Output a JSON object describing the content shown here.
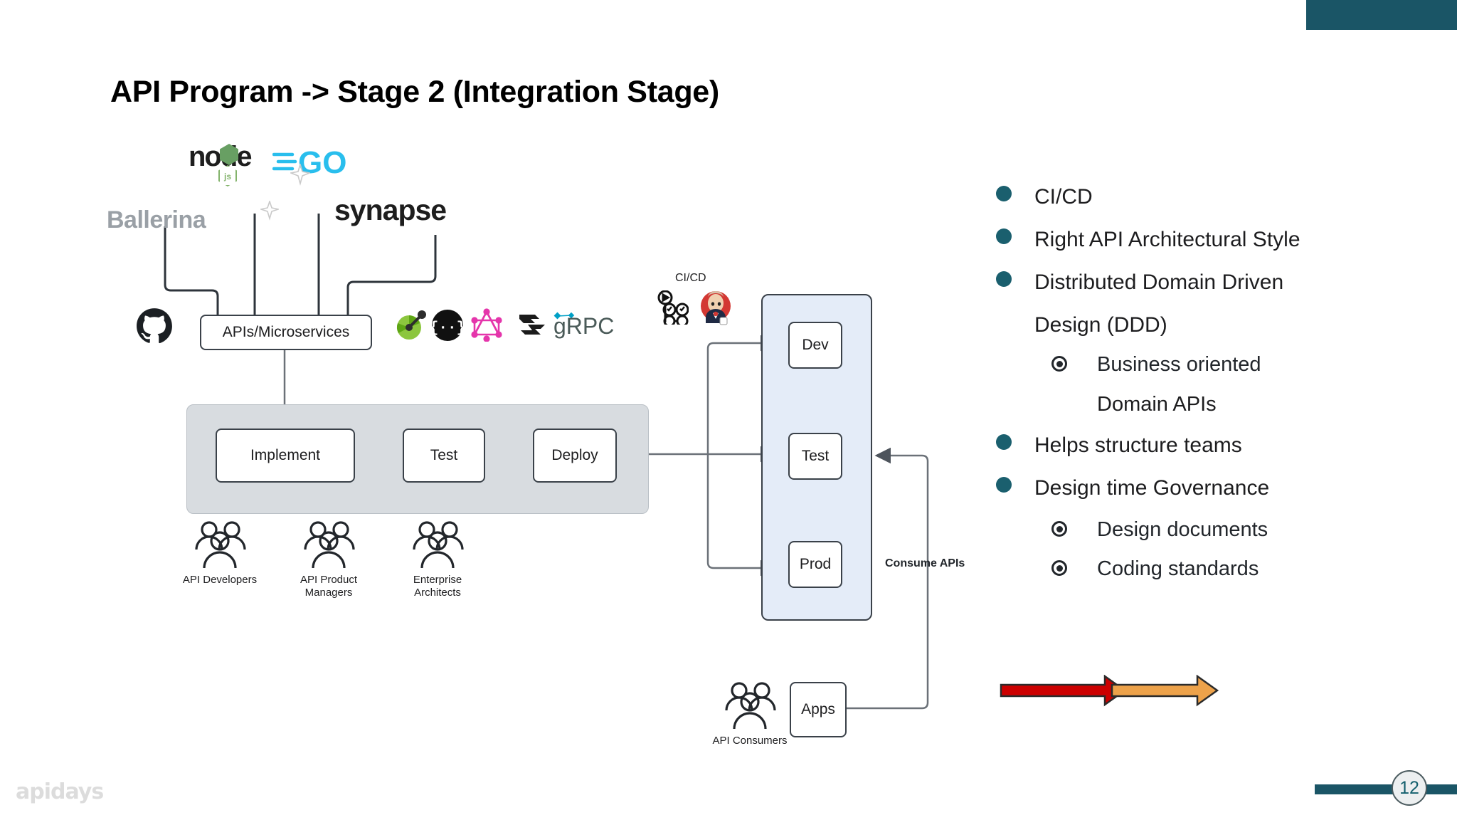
{
  "slide": {
    "title": "API Program -> Stage 2 (Integration Stage)",
    "page_number": "12",
    "brand_logo": "apidays",
    "accent_color": "#1a5566",
    "bullet_color": "#1a5f6e"
  },
  "bullets": [
    {
      "text": "CI/CD",
      "level": 1
    },
    {
      "text": "Right API Architectural Style",
      "level": 1
    },
    {
      "text": "Distributed Domain Driven",
      "level": 1,
      "continuation": "Design (DDD)"
    },
    {
      "text": "Business oriented",
      "level": 2,
      "continuation": "Domain APIs"
    },
    {
      "text": "Helps structure teams",
      "level": 1
    },
    {
      "text": "Design time Governance",
      "level": 1
    },
    {
      "text": "Design documents",
      "level": 2
    },
    {
      "text": "Coding standards",
      "level": 2
    }
  ],
  "tech_logos": [
    {
      "name": "ballerina",
      "label": "Ballerina"
    },
    {
      "name": "nodejs",
      "label": "node"
    },
    {
      "name": "golang",
      "label": "GO"
    },
    {
      "name": "synapse",
      "label": "synapse"
    }
  ],
  "api_styles": [
    {
      "name": "odata-icon"
    },
    {
      "name": "openapi-json-icon"
    },
    {
      "name": "graphql-icon"
    },
    {
      "name": "asyncapi-icon"
    },
    {
      "name": "grpc-icon",
      "label": "gRPC"
    }
  ],
  "diagram": {
    "source_repo_icon": "github-icon",
    "api_box": "APIs/Microservices",
    "pipeline": [
      "Implement",
      "Test",
      "Deploy"
    ],
    "cicd_label": "CI/CD",
    "cicd_icons": [
      "github-actions-icon",
      "jenkins-icon"
    ],
    "environments": [
      "Dev",
      "Test",
      "Prod"
    ],
    "consume_label": "Consume APIs",
    "apps_box": "Apps",
    "roles": [
      {
        "label": "API Developers",
        "icon": "people-icon"
      },
      {
        "label": "API Product\nManagers",
        "line1": "API Product",
        "line2": "Managers",
        "icon": "people-icon"
      },
      {
        "label": "Enterprise\nArchitects",
        "line1": "Enterprise",
        "line2": "Architects",
        "icon": "people-icon"
      }
    ],
    "consumers": {
      "label": "API Consumers",
      "icon": "people-icon"
    }
  },
  "progress_arrows": [
    {
      "name": "stage-1-arrow",
      "color": "#cc0000"
    },
    {
      "name": "stage-2-arrow",
      "color": "#eda24a"
    }
  ]
}
